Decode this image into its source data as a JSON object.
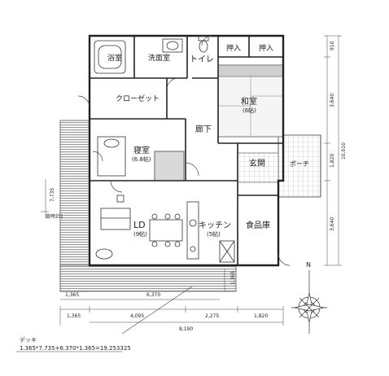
{
  "rooms": {
    "bath": "浴室",
    "washroom": "洗面室",
    "toilet": "トイレ",
    "closet_1": "押入",
    "closet_2": "押入",
    "walkin_closet": "クローゼット",
    "japanese_room": "和室",
    "japanese_room_size": "(6帖)",
    "bedroom": "寝室",
    "bedroom_size": "(6.8帖)",
    "hallway": "廊下",
    "entrance": "玄関",
    "porch": "ポーチ",
    "ld": "LD",
    "ld_size": "(9帖)",
    "kitchen": "キッチン",
    "kitchen_size": "(5帖)",
    "pantry": "食品庫",
    "clock": "掛時計1"
  },
  "dimensions": {
    "bottom": [
      "1,365",
      "4,095",
      "2,275",
      "1,820"
    ],
    "bottom_total": "8,190",
    "deck_left": "1,365",
    "deck_bottom": "6,370",
    "deck_height": "7,735",
    "deck_right": "1,365",
    "right_segments": [
      "910",
      "3,640",
      "1,820",
      "3,640"
    ],
    "right_total": "10,010"
  },
  "deck_note": {
    "title": "デッキ",
    "formula": "1.365*7.735+6.370*1.365=19.253325"
  },
  "compass": {
    "north": "N"
  }
}
